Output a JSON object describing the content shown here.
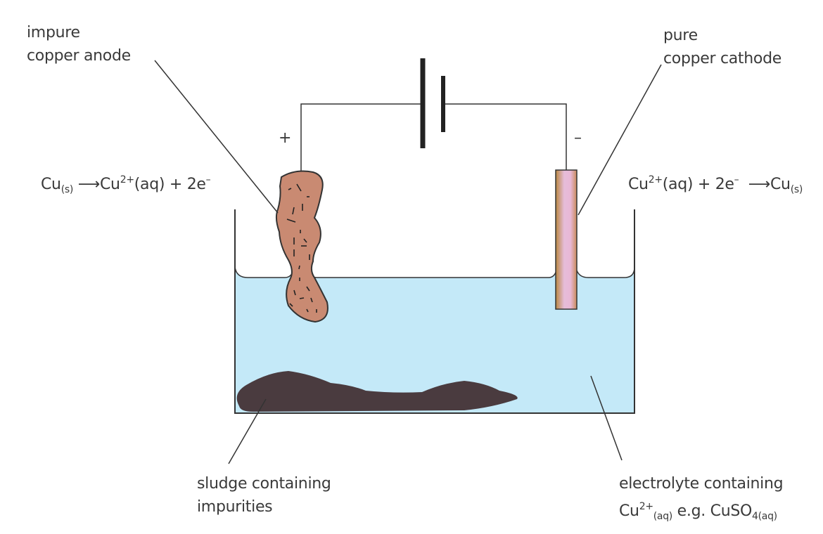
{
  "labels": {
    "anode": [
      "impure",
      "copper anode"
    ],
    "cathode": [
      "pure",
      "copper cathode"
    ],
    "sludge": [
      "sludge containing",
      "impurities"
    ],
    "electrolyte": {
      "line1": "electrolyte containing",
      "cu": "Cu",
      "cu_sup": "2+",
      "cu_sub": "(aq)",
      "eg": " e.g. CuSO",
      "eg_sub": "4(aq)"
    }
  },
  "polarity": {
    "positive": "+",
    "negative": "–"
  },
  "anode_equation": {
    "cu": "Cu",
    "cu_sub": "(s)",
    "arrow": "⟶",
    "ion": "Cu",
    "ion_sup": "2+",
    "rest": "(aq) + 2e",
    "e_sup": "–"
  },
  "cathode_equation": {
    "ion": "Cu",
    "ion_sup": "2+",
    "rest": "(aq) + 2e",
    "e_sup": "–",
    "arrow": "⟶",
    "cu": "Cu",
    "cu_sub": "(s)"
  },
  "colors": {
    "electrolyte": "#c4e9f8",
    "anode": "#c98a72",
    "sludge": "#4a3b3f",
    "line": "#333333"
  }
}
